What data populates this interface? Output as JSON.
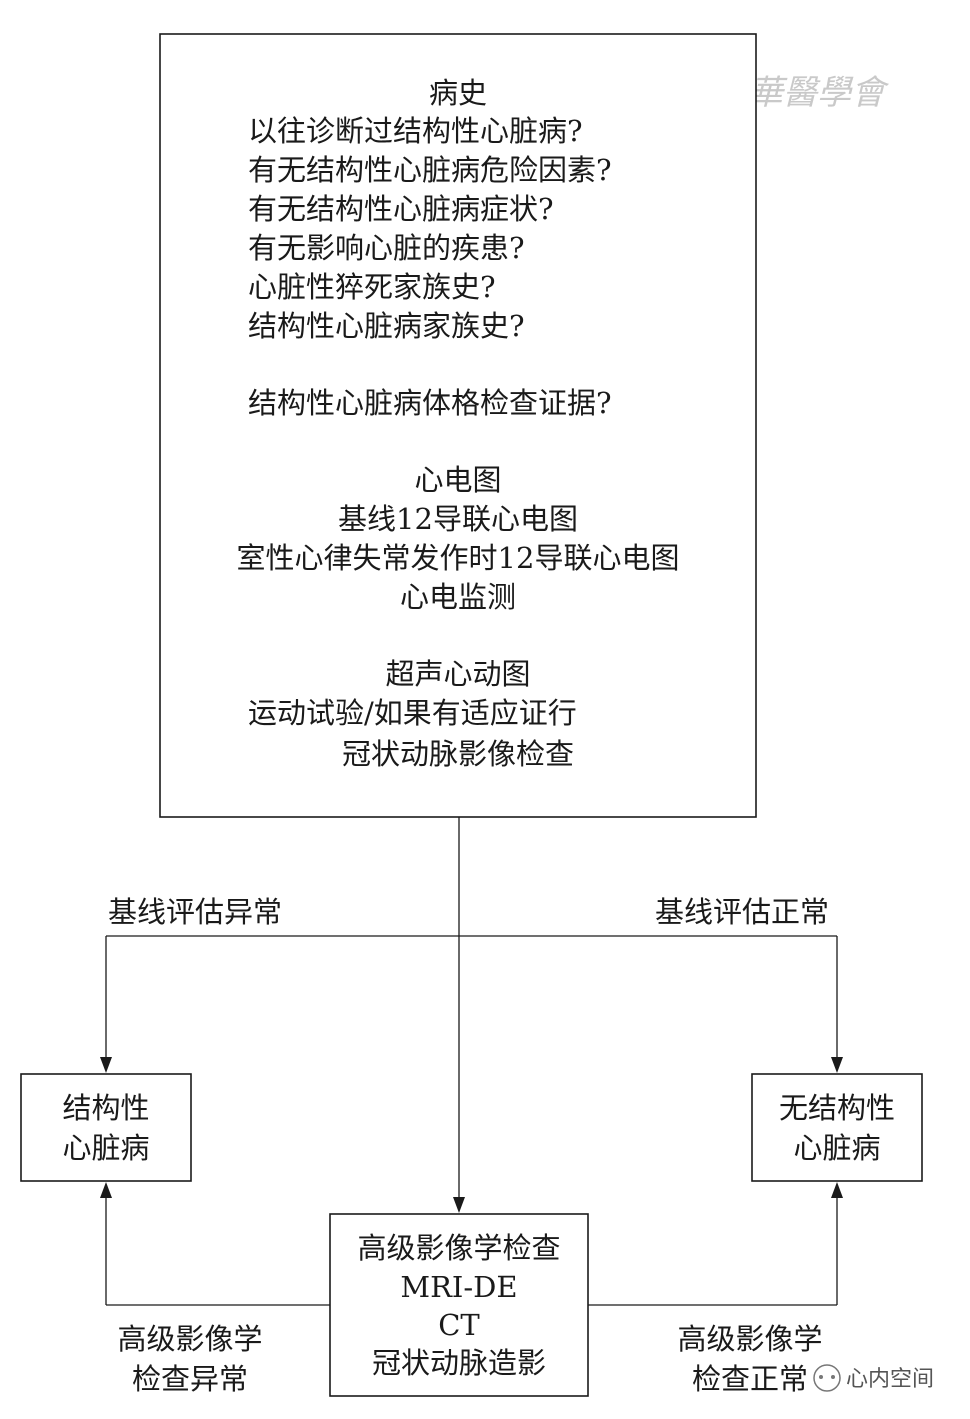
{
  "main_box": {
    "lines": [
      "病史",
      "以往诊断过结构性心脏病?",
      "有无结构性心脏病危险因素?",
      "有无结构性心脏病症状?",
      "有无影响心脏的疾患?",
      "心脏性猝死家族史?",
      "结构性心脏病家族史?",
      "结构性心脏病体格检查证据?",
      "心电图",
      "基线12导联心电图",
      "室性心律失常发作时12导联心电图",
      "心电监测",
      "超声心动图",
      "运动试验/如果有适应证行",
      "冠状动脉影像检查"
    ]
  },
  "labels": {
    "baseline_abnormal": "基线评估异常",
    "baseline_normal": "基线评估正常",
    "imaging_abnormal_1": "高级影像学",
    "imaging_abnormal_2": "检查异常",
    "imaging_normal_1": "高级影像学",
    "imaging_normal_2": "检查正常"
  },
  "structural_box": {
    "line1": "结构性",
    "line2": "心脏病"
  },
  "no_structural_box": {
    "line1": "无结构性",
    "line2": "心脏病"
  },
  "imaging_box": {
    "line1": "高级影像学检查",
    "line2": "MRI-DE",
    "line3": "CT",
    "line4": "冠状动脉造影"
  },
  "watermark": {
    "seal_text": "中華醫學會",
    "wechat_name": "心内空间"
  }
}
